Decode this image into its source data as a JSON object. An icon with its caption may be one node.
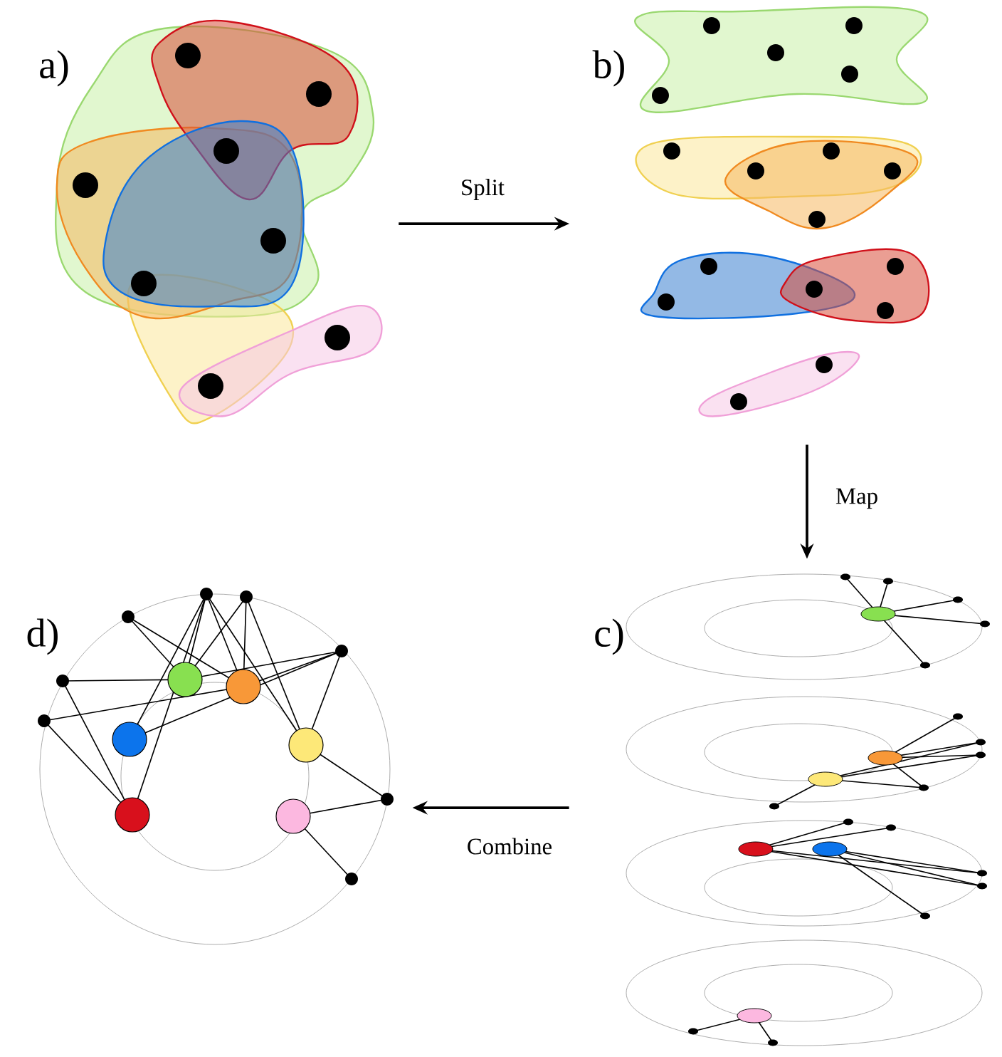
{
  "diagram": {
    "nodes": [
      {
        "text": [
          "a)"
        ]
      },
      {
        "text": [
          "b)"
        ]
      },
      {
        "text": [
          "c)"
        ]
      },
      {
        "text": [
          "d)"
        ]
      }
    ],
    "edges": [
      {
        "from": 0,
        "to": 1,
        "arrow": "to",
        "label": "Split"
      },
      {
        "from": 1,
        "to": 2,
        "arrow": "to",
        "label": "Map"
      },
      {
        "from": 2,
        "to": 3,
        "arrow": "to",
        "label": "Combine"
      }
    ]
  }
}
